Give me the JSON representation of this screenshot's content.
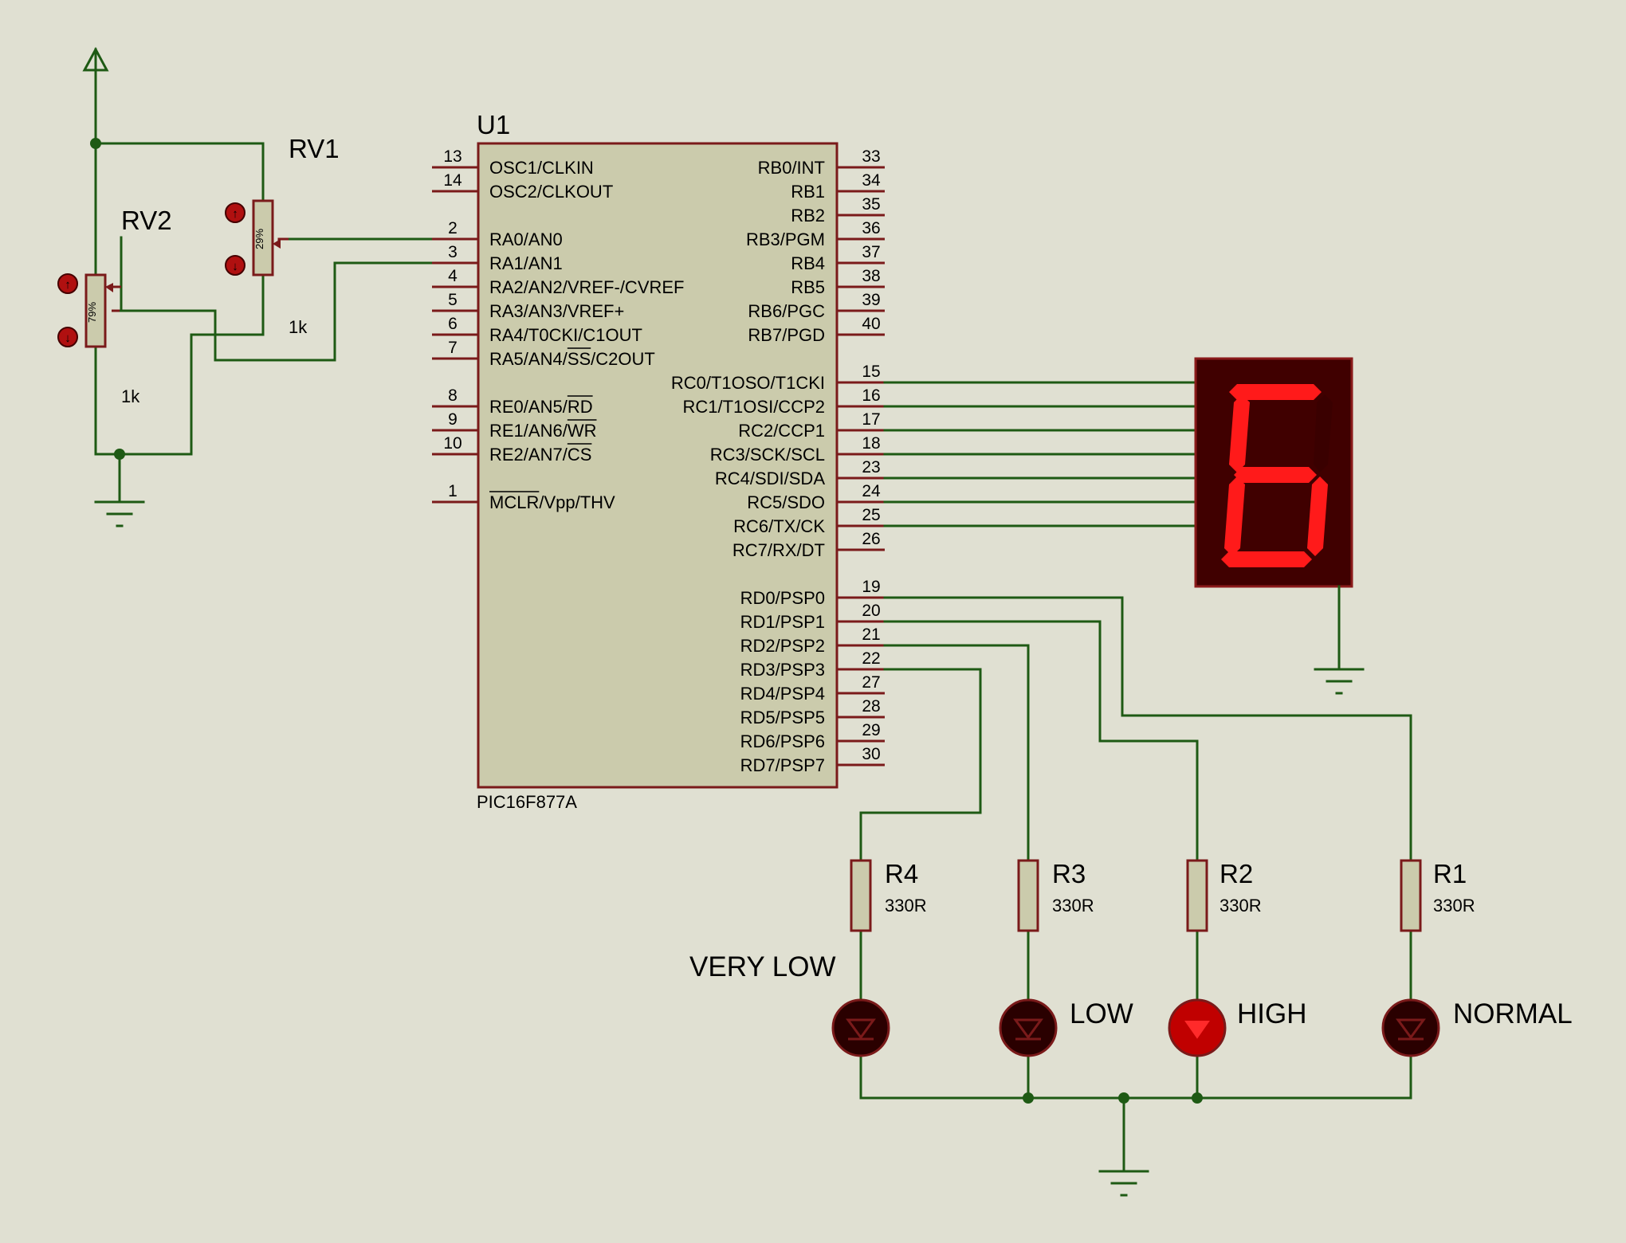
{
  "colors": {
    "background": "#e0e0d2",
    "wire": "#1e5a14",
    "pin": "#7a1a1a",
    "chip_body": "#cbcbac",
    "led_off": "#2a0000",
    "led_on": "#c00000",
    "segment_on": "#ff1a1a"
  },
  "chip": {
    "ref": "U1",
    "part": "PIC16F877A",
    "left_pins": [
      {
        "num": "13",
        "name": "OSC1/CLKIN"
      },
      {
        "num": "14",
        "name": "OSC2/CLKOUT"
      },
      {
        "num": "2",
        "name": "RA0/AN0"
      },
      {
        "num": "3",
        "name": "RA1/AN1"
      },
      {
        "num": "4",
        "name": "RA2/AN2/VREF-/CVREF"
      },
      {
        "num": "5",
        "name": "RA3/AN3/VREF+"
      },
      {
        "num": "6",
        "name": "RA4/T0CKI/C1OUT"
      },
      {
        "num": "7",
        "name": "RA5/AN4/SS/C2OUT"
      },
      {
        "num": "8",
        "name": "RE0/AN5/RD"
      },
      {
        "num": "9",
        "name": "RE1/AN6/WR"
      },
      {
        "num": "10",
        "name": "RE2/AN7/CS"
      },
      {
        "num": "1",
        "name": "MCLR/Vpp/THV"
      }
    ],
    "right_pins": [
      {
        "num": "33",
        "name": "RB0/INT"
      },
      {
        "num": "34",
        "name": "RB1"
      },
      {
        "num": "35",
        "name": "RB2"
      },
      {
        "num": "36",
        "name": "RB3/PGM"
      },
      {
        "num": "37",
        "name": "RB4"
      },
      {
        "num": "38",
        "name": "RB5"
      },
      {
        "num": "39",
        "name": "RB6/PGC"
      },
      {
        "num": "40",
        "name": "RB7/PGD"
      },
      {
        "num": "15",
        "name": "RC0/T1OSO/T1CKI"
      },
      {
        "num": "16",
        "name": "RC1/T1OSI/CCP2"
      },
      {
        "num": "17",
        "name": "RC2/CCP1"
      },
      {
        "num": "18",
        "name": "RC3/SCK/SCL"
      },
      {
        "num": "23",
        "name": "RC4/SDI/SDA"
      },
      {
        "num": "24",
        "name": "RC5/SDO"
      },
      {
        "num": "25",
        "name": "RC6/TX/CK"
      },
      {
        "num": "26",
        "name": "RC7/RX/DT"
      },
      {
        "num": "19",
        "name": "RD0/PSP0"
      },
      {
        "num": "20",
        "name": "RD1/PSP1"
      },
      {
        "num": "21",
        "name": "RD2/PSP2"
      },
      {
        "num": "22",
        "name": "RD3/PSP3"
      },
      {
        "num": "27",
        "name": "RD4/PSP4"
      },
      {
        "num": "28",
        "name": "RD5/PSP5"
      },
      {
        "num": "29",
        "name": "RD6/PSP6"
      },
      {
        "num": "30",
        "name": "RD7/PSP7"
      }
    ]
  },
  "pots": {
    "rv1": {
      "ref": "RV1",
      "value": "1k",
      "percent": "29%"
    },
    "rv2": {
      "ref": "RV2",
      "value": "1k",
      "percent": "79%"
    }
  },
  "resistors": [
    {
      "ref": "R4",
      "value": "330R"
    },
    {
      "ref": "R3",
      "value": "330R"
    },
    {
      "ref": "R2",
      "value": "330R"
    },
    {
      "ref": "R1",
      "value": "330R"
    }
  ],
  "leds": [
    {
      "label": "VERY LOW",
      "lit": false
    },
    {
      "label": "LOW",
      "lit": false
    },
    {
      "label": "HIGH",
      "lit": true
    },
    {
      "label": "NORMAL",
      "lit": false
    }
  ],
  "display": {
    "digit": "6"
  }
}
